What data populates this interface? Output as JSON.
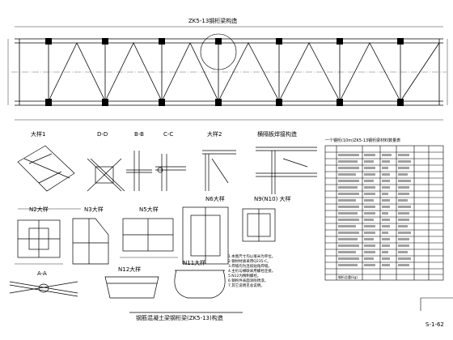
{
  "top_view": {
    "title": "ZK5-13钢桁梁构造"
  },
  "details": {
    "d1": "大样1",
    "d_d": "D-D",
    "b_b": "B-B",
    "c_c": "C-C",
    "d2": "大样2",
    "fixing": "横隔板焊接构造",
    "n2": "N2大样",
    "n3": "N3大样",
    "n5": "N5大样",
    "n6": "N6大样",
    "n9": "N9(N10) 大样",
    "a_a": "A-A",
    "n12": "N12大样",
    "n11": "N11大样"
  },
  "table": {
    "title": "一个钢桁(10m)ZK5-13钢桁梁材料数量表",
    "total_label": "钢桁总重(kg)"
  },
  "notes": {
    "lines": [
      "1.本图尺寸均以毫米为单位。",
      "2.钢材材质采用Q235-C。",
      "3.焊缝均为连续贴角焊缝。",
      "4.主桁与横联采用螺栓连接。",
      "5.N12为精制螺栓。",
      "6.钢构件表面涂防锈漆。",
      "7.其它说明见总说明。"
    ]
  },
  "footer": {
    "caption": "钢筋混凝土梁钢桁梁(ZK5-13)构造",
    "sheet": "S-1-62"
  }
}
